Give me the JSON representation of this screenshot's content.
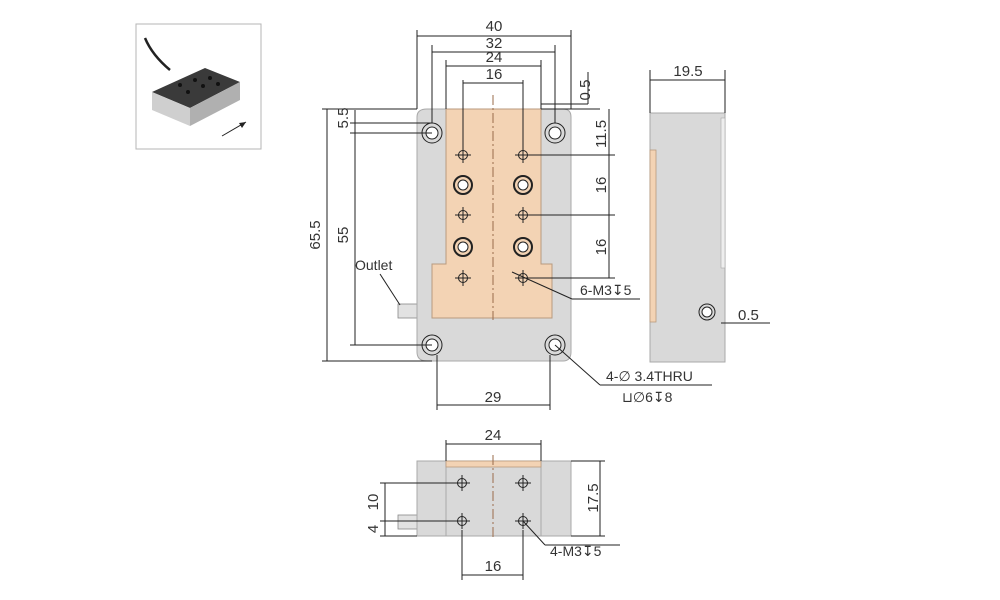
{
  "colors": {
    "plate": "#d9d9d9",
    "plate_edge": "#a9a9a9",
    "stage": "#f3d3b4",
    "stage_edge": "#b89a7e",
    "line": "#222222",
    "text": "#333333",
    "centerline": "#9a6b4a"
  },
  "photo": {
    "icon": "device-photo-icon",
    "arrow": "arrow-icon"
  },
  "top_view": {
    "width_40": "40",
    "width_32": "32",
    "width_24": "24",
    "width_16": "16",
    "offset_05": "0.5",
    "offset_55": "5.5",
    "height_655": "65.5",
    "height_55": "55",
    "pitch_115": "11.5",
    "pitch_16a": "16",
    "pitch_16b": "16",
    "width_29": "29",
    "outlet": "Outlet",
    "tap_note": "6-M3↧5",
    "hole_note_1": "4-∅ 3.4THRU",
    "hole_note_2": "⊔∅6↧8"
  },
  "side_view": {
    "width_195": "19.5",
    "offset_05": "0.5"
  },
  "bottom_view": {
    "width_24": "24",
    "width_16": "16",
    "height_10": "10",
    "height_4": "4",
    "height_175": "17.5",
    "tap_note": "4-M3↧5"
  }
}
